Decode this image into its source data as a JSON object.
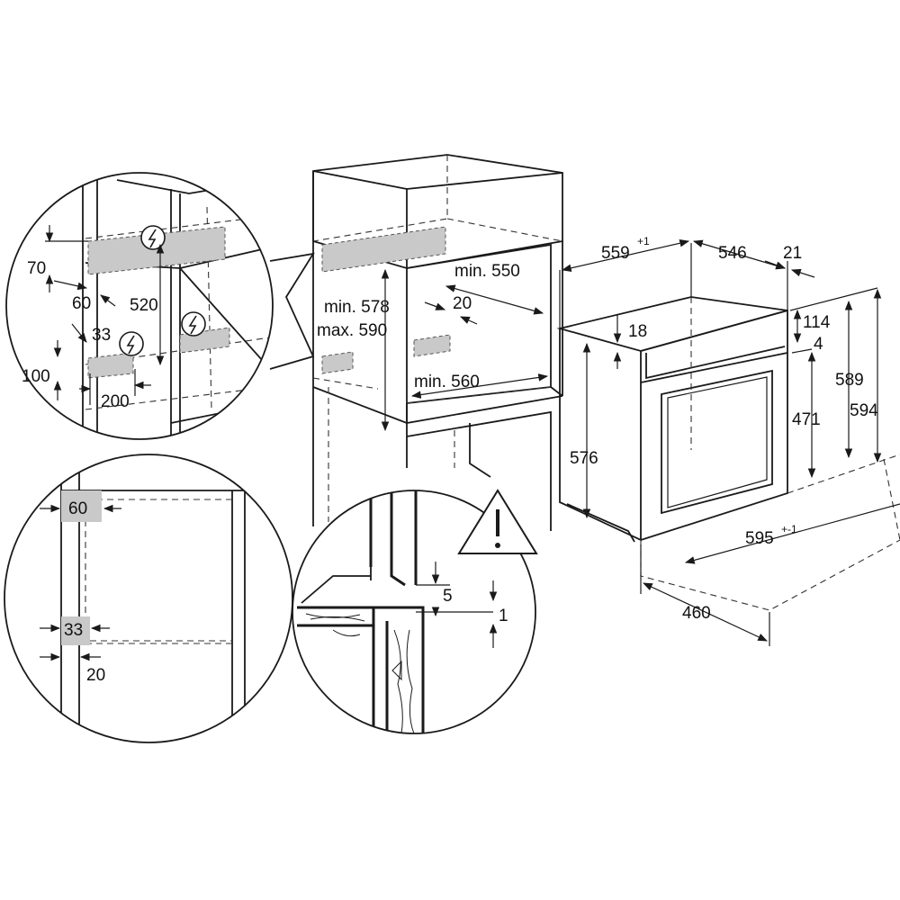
{
  "detail_top_left": {
    "d70": "70",
    "d60": "60",
    "d520": "520",
    "d33": "33",
    "d100": "100",
    "d200": "200"
  },
  "detail_bottom_left": {
    "d60": "60",
    "d33": "33",
    "d20": "20"
  },
  "cabinet": {
    "min550": "min. 550",
    "d20": "20",
    "min578": "min. 578",
    "max590": "max. 590",
    "min560": "min. 560"
  },
  "detail_bottom_mid": {
    "d5": "5",
    "d1": "1"
  },
  "oven": {
    "d559": "559",
    "d559_tol": "+1",
    "d546": "546",
    "d21": "21",
    "d18": "18",
    "d114": "114",
    "d4": "4",
    "d589": "589",
    "d594": "594",
    "d471": "471",
    "d576": "576",
    "d595": "595",
    "d595_tol": "+-1",
    "d460": "460"
  },
  "icons": [
    "electric-bolt-icon",
    "warning-triangle-icon"
  ]
}
